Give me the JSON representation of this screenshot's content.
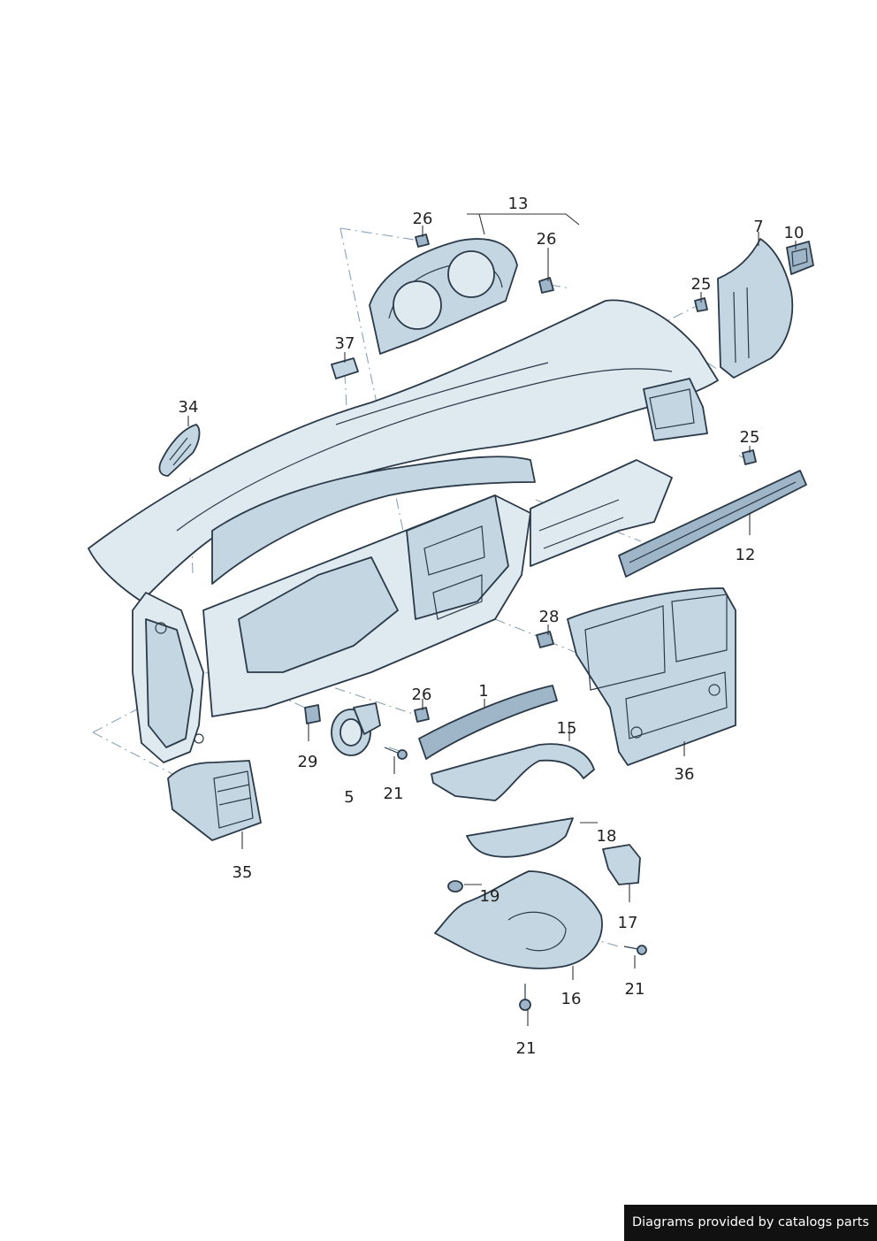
{
  "callouts": [
    {
      "id": "c13",
      "text": "13"
    },
    {
      "id": "c26a",
      "text": "26"
    },
    {
      "id": "c26b",
      "text": "26"
    },
    {
      "id": "c7",
      "text": "7"
    },
    {
      "id": "c10",
      "text": "10"
    },
    {
      "id": "c25a",
      "text": "25"
    },
    {
      "id": "c37",
      "text": "37"
    },
    {
      "id": "c34",
      "text": "34"
    },
    {
      "id": "c25b",
      "text": "25"
    },
    {
      "id": "c12",
      "text": "12"
    },
    {
      "id": "c28",
      "text": "28"
    },
    {
      "id": "c26c",
      "text": "26"
    },
    {
      "id": "c1",
      "text": "1"
    },
    {
      "id": "c15",
      "text": "15"
    },
    {
      "id": "c29",
      "text": "29"
    },
    {
      "id": "c5",
      "text": "5"
    },
    {
      "id": "c21a",
      "text": "21"
    },
    {
      "id": "c36",
      "text": "36"
    },
    {
      "id": "c35",
      "text": "35"
    },
    {
      "id": "c18",
      "text": "18"
    },
    {
      "id": "c19",
      "text": "19"
    },
    {
      "id": "c17",
      "text": "17"
    },
    {
      "id": "c21b",
      "text": "21"
    },
    {
      "id": "c16",
      "text": "16"
    },
    {
      "id": "c21c",
      "text": "21"
    }
  ],
  "credit": "Diagrams provided by catalogs parts"
}
